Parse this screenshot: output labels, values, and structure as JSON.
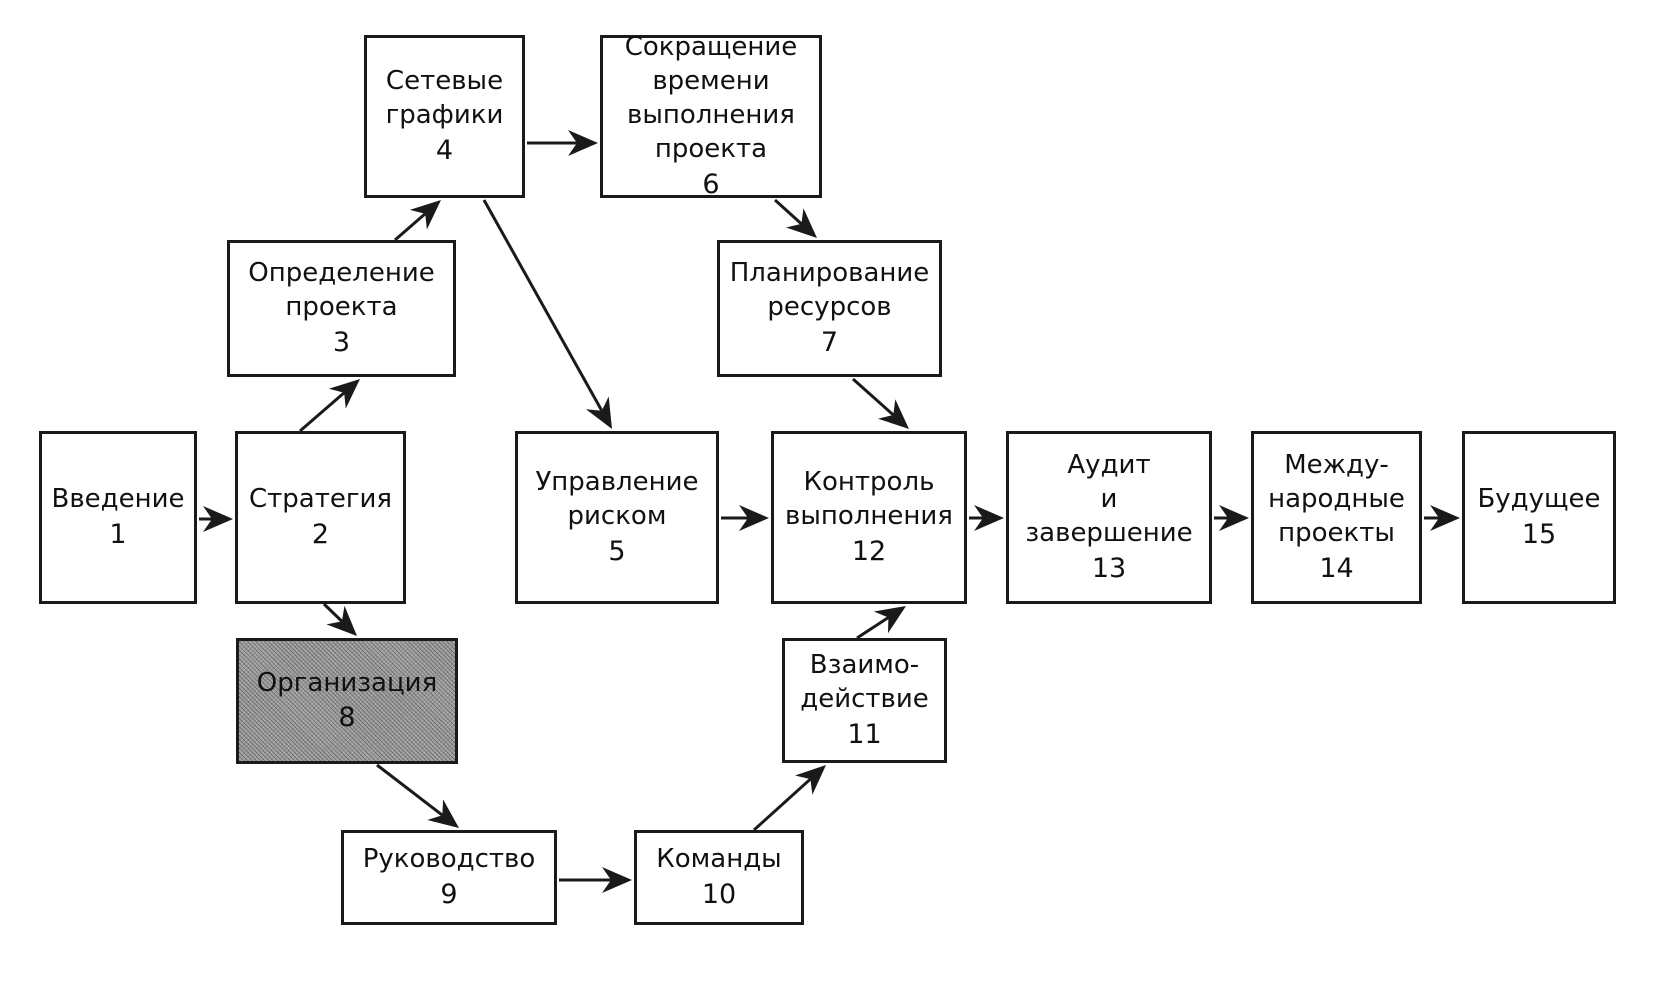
{
  "diagram": {
    "nodes": [
      {
        "id": "n1",
        "label": "Введение",
        "num": "1"
      },
      {
        "id": "n2",
        "label": "Стратегия",
        "num": "2"
      },
      {
        "id": "n3",
        "label": "Определение\nпроекта",
        "num": "3"
      },
      {
        "id": "n4",
        "label": "Сетевые\nграфики",
        "num": "4"
      },
      {
        "id": "n5",
        "label": "Управление\nриском",
        "num": "5"
      },
      {
        "id": "n6",
        "label": "Сокращение\nвремени\nвыполнения\nпроекта",
        "num": "6"
      },
      {
        "id": "n7",
        "label": "Планирование\nресурсов",
        "num": "7"
      },
      {
        "id": "n8",
        "label": "Организация",
        "num": "8"
      },
      {
        "id": "n9",
        "label": "Руководство",
        "num": "9"
      },
      {
        "id": "n10",
        "label": "Команды",
        "num": "10"
      },
      {
        "id": "n11",
        "label": "Взаимо-\nдействие",
        "num": "11"
      },
      {
        "id": "n12",
        "label": "Контроль\nвыполнения",
        "num": "12"
      },
      {
        "id": "n13",
        "label": "Аудит\nи\nзавершение",
        "num": "13"
      },
      {
        "id": "n14",
        "label": "Между-\nнародные\nпроекты",
        "num": "14"
      },
      {
        "id": "n15",
        "label": "Будущее",
        "num": "15"
      }
    ],
    "edges": [
      {
        "from": "1",
        "to": "2"
      },
      {
        "from": "2",
        "to": "3"
      },
      {
        "from": "3",
        "to": "4"
      },
      {
        "from": "4",
        "to": "6"
      },
      {
        "from": "4",
        "to": "5"
      },
      {
        "from": "6",
        "to": "7"
      },
      {
        "from": "7",
        "to": "12"
      },
      {
        "from": "2",
        "to": "8"
      },
      {
        "from": "8",
        "to": "9"
      },
      {
        "from": "9",
        "to": "10"
      },
      {
        "from": "10",
        "to": "11"
      },
      {
        "from": "11",
        "to": "12"
      },
      {
        "from": "5",
        "to": "12"
      },
      {
        "from": "12",
        "to": "13"
      },
      {
        "from": "13",
        "to": "14"
      },
      {
        "from": "14",
        "to": "15"
      }
    ],
    "highlighted_node": "8",
    "colors": {
      "line": "#1a1a1a",
      "highlight_fill": "#9a9a9a",
      "box_fill": "#ffffff"
    }
  }
}
